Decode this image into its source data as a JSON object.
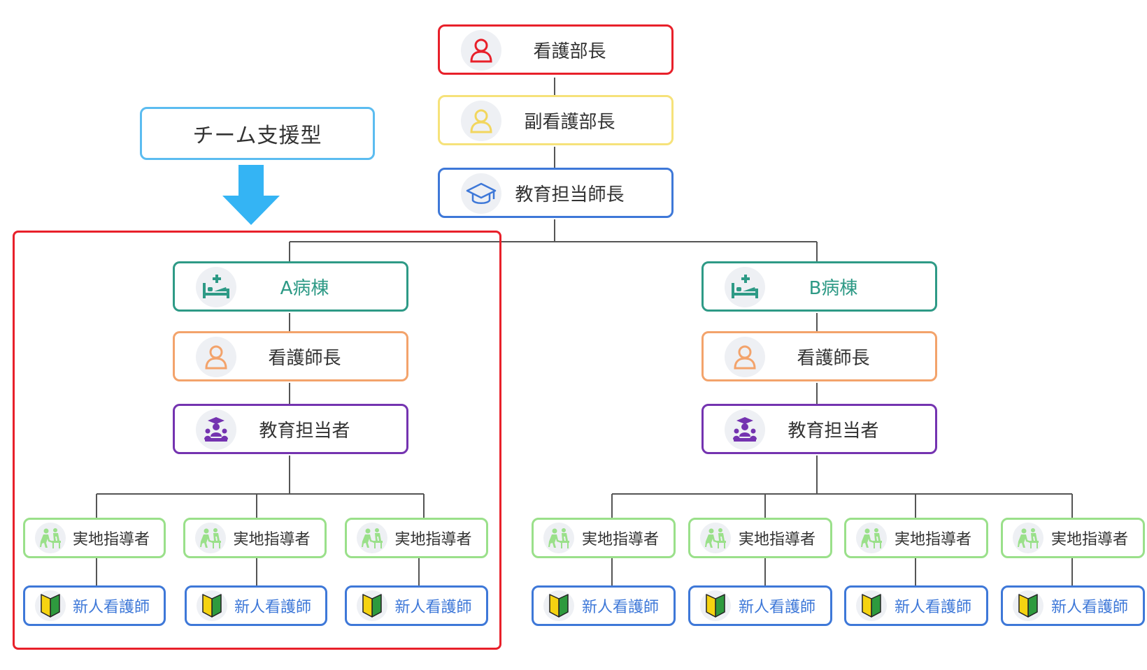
{
  "top": {
    "director": "看護部長",
    "deputy": "副看護部長",
    "education_head": "教育担当師長"
  },
  "callout": {
    "label": "チーム支援型"
  },
  "wards": [
    {
      "name": "A病棟",
      "head_nurse": "看護師長",
      "educator": "教育担当者",
      "preceptors": [
        "実地指導者",
        "実地指導者",
        "実地指導者"
      ],
      "new_nurses": [
        "新人看護師",
        "新人看護師",
        "新人看護師"
      ]
    },
    {
      "name": "B病棟",
      "head_nurse": "看護師長",
      "educator": "教育担当者",
      "preceptors": [
        "実地指導者",
        "実地指導者",
        "実地指導者",
        "実地指導者"
      ],
      "new_nurses": [
        "新人看護師",
        "新人看護師",
        "新人看護師",
        "新人看護師"
      ]
    }
  ],
  "colors": {
    "director": "#e8202a",
    "deputy": "#f6e27a",
    "education_head": "#3e78d8",
    "ward": "#2e9a86",
    "head_nurse": "#f3a36b",
    "educator": "#7433b0",
    "preceptor": "#9ae08a",
    "new_nurse": "#3e78d8",
    "callout_border": "#5bbcf0",
    "callout_arrow": "#34b4f4",
    "highlight_frame": "#e8202a",
    "connector": "#555555"
  },
  "icons": {
    "director": "person-icon",
    "deputy": "person-icon",
    "education_head": "graduation-cap-icon",
    "ward": "hospital-bed-icon",
    "head_nurse": "person-icon",
    "educator": "teacher-icon",
    "preceptor": "mentor-icon",
    "new_nurse": "beginner-mark-icon"
  }
}
